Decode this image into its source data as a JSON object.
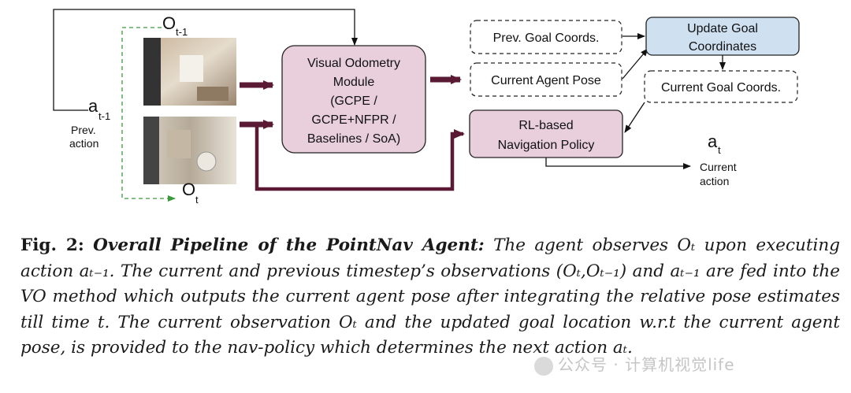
{
  "diagram": {
    "labels": {
      "o_prev": "O",
      "o_prev_sub": "t-1",
      "o_curr": "O",
      "o_curr_sub": "t",
      "a_prev": "a",
      "a_prev_sub": "t-1",
      "prev_action_1": "Prev.",
      "prev_action_2": "action",
      "a_curr": "a",
      "a_curr_sub": "t",
      "current_action_1": "Current",
      "current_action_2": "action"
    },
    "vo_module": [
      "Visual Odometry",
      "Module",
      "(GCPE /",
      "GCPE+NFPR /",
      "Baselines / SoA)"
    ],
    "prev_goal": "Prev. Goal Coords.",
    "current_pose": "Current Agent Pose",
    "update_goal": [
      "Update Goal",
      "Coordinates"
    ],
    "current_goal": "Current Goal Coords.",
    "rl_policy": [
      "RL-based",
      "Navigation Policy"
    ],
    "colors": {
      "module_fill": "#e8cfdb",
      "update_fill": "#cfe0f1",
      "thick_arrow": "#5a1a33",
      "dashed_green": "#3a9a3a"
    }
  },
  "caption": {
    "fig_label": "Fig. 2:",
    "title": "Overall Pipeline of the PointNav Agent:",
    "body": "The agent observes Oₜ upon executing action aₜ₋₁. The current and previous timestep’s observations (Oₜ,Oₜ₋₁) and aₜ₋₁ are fed into the VO method which outputs the current agent pose after integrating the relative pose estimates till time t. The current observation Oₜ and the updated goal location w.r.t the current agent pose, is provided to the nav-policy which determines the next action aₜ."
  },
  "watermark": "公众号 · 计算机视觉life"
}
